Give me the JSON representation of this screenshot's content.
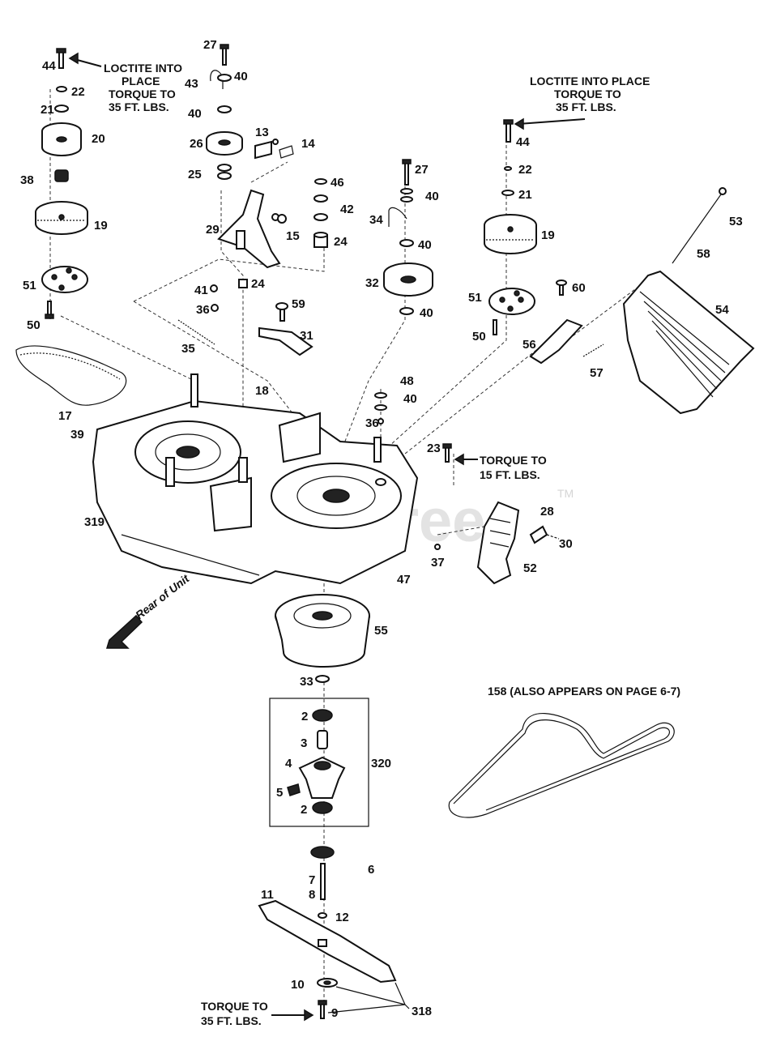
{
  "watermark": {
    "text": "PartsTree",
    "tm": "TM"
  },
  "notes": {
    "loctite_left": [
      "LOCTITE INTO",
      "PLACE",
      "TORQUE TO",
      "35 FT. LBS."
    ],
    "loctite_right": [
      "LOCTITE INTO PLACE",
      "TORQUE TO",
      "35 FT. LBS."
    ],
    "torque_15": [
      "TORQUE TO",
      "15 FT. LBS."
    ],
    "torque_bottom": [
      "TORQUE TO",
      "35 FT. LBS."
    ],
    "belt_158": "158 (ALSO APPEARS ON PAGE 6-7)",
    "rear_of_unit": "Rear of Unit"
  },
  "callouts": {
    "c44a": "44",
    "c22a": "22",
    "c21a": "21",
    "c20": "20",
    "c38": "38",
    "c19a": "19",
    "c51a": "51",
    "c50a": "50",
    "c17": "17",
    "c39": "39",
    "c319": "319",
    "c27a": "27",
    "c40a": "40",
    "c43": "43",
    "c40b": "40",
    "c26": "26",
    "c25": "25",
    "c13": "13",
    "c14": "14",
    "c29": "29",
    "c15": "15",
    "c41": "41",
    "c24a": "24",
    "c36a": "36",
    "c35": "35",
    "c18": "18",
    "c46": "46",
    "c42": "42",
    "c24b": "24",
    "c59": "59",
    "c31": "31",
    "c27b": "27",
    "c40c": "40",
    "c34": "34",
    "c40d": "40",
    "c32": "32",
    "c40e": "40",
    "c44b": "44",
    "c22b": "22",
    "c21b": "21",
    "c19b": "19",
    "c53": "53",
    "c58": "58",
    "c60": "60",
    "c51b": "51",
    "c54": "54",
    "c50b": "50",
    "c56": "56",
    "c57": "57",
    "c48": "48",
    "c40f": "40",
    "c36b": "36",
    "c23": "23",
    "c28": "28",
    "c30": "30",
    "c37": "37",
    "c52": "52",
    "c47": "47",
    "c55": "55",
    "c33": "33",
    "c2a": "2",
    "c3": "3",
    "c4": "4",
    "c320": "320",
    "c5": "5",
    "c2b": "2",
    "c6": "6",
    "c7": "7",
    "c8": "8",
    "c11": "11",
    "c12": "12",
    "c10": "10",
    "c9": "9",
    "c318": "318"
  }
}
